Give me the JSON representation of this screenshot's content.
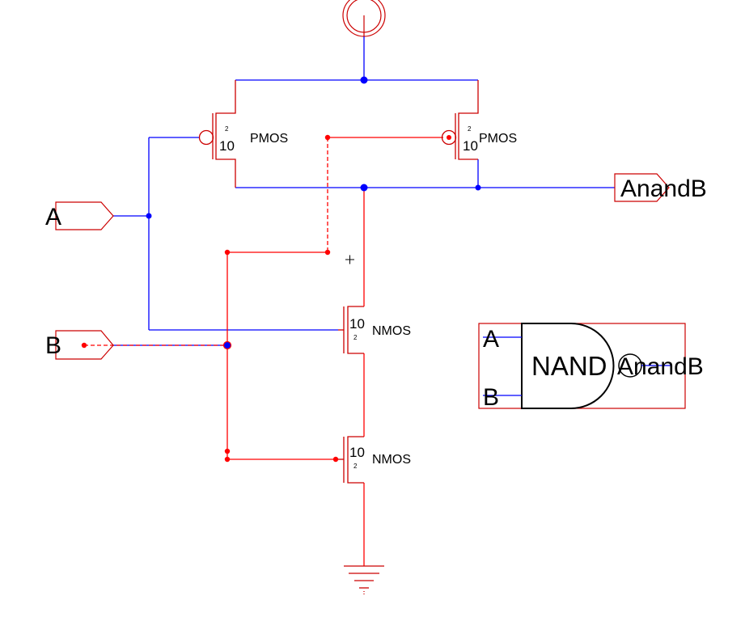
{
  "colors": {
    "background": "#ffffff",
    "wire_blue": "#0000ff",
    "wire_red": "#ff0000",
    "device_red": "#cc0000",
    "symbol_black": "#000000",
    "label": "#000000"
  },
  "ports": {
    "input_a": "A",
    "input_b": "B",
    "output": "AnandB"
  },
  "transistors": {
    "pmos_left": {
      "type": "PMOS",
      "width": "10",
      "length": "2"
    },
    "pmos_right": {
      "type": "PMOS",
      "width": "10",
      "length": "2"
    },
    "nmos_top": {
      "type": "NMOS",
      "width": "10",
      "length": "2"
    },
    "nmos_bottom": {
      "type": "NMOS",
      "width": "10",
      "length": "2"
    }
  },
  "nand_icon": {
    "name": "NAND",
    "pin_a": "A",
    "pin_b": "B",
    "pin_out": "AnandB"
  },
  "icons": {
    "vdd": "vdd-supply-icon",
    "gnd": "ground-icon",
    "cursor": "crosshair-cursor-icon"
  }
}
